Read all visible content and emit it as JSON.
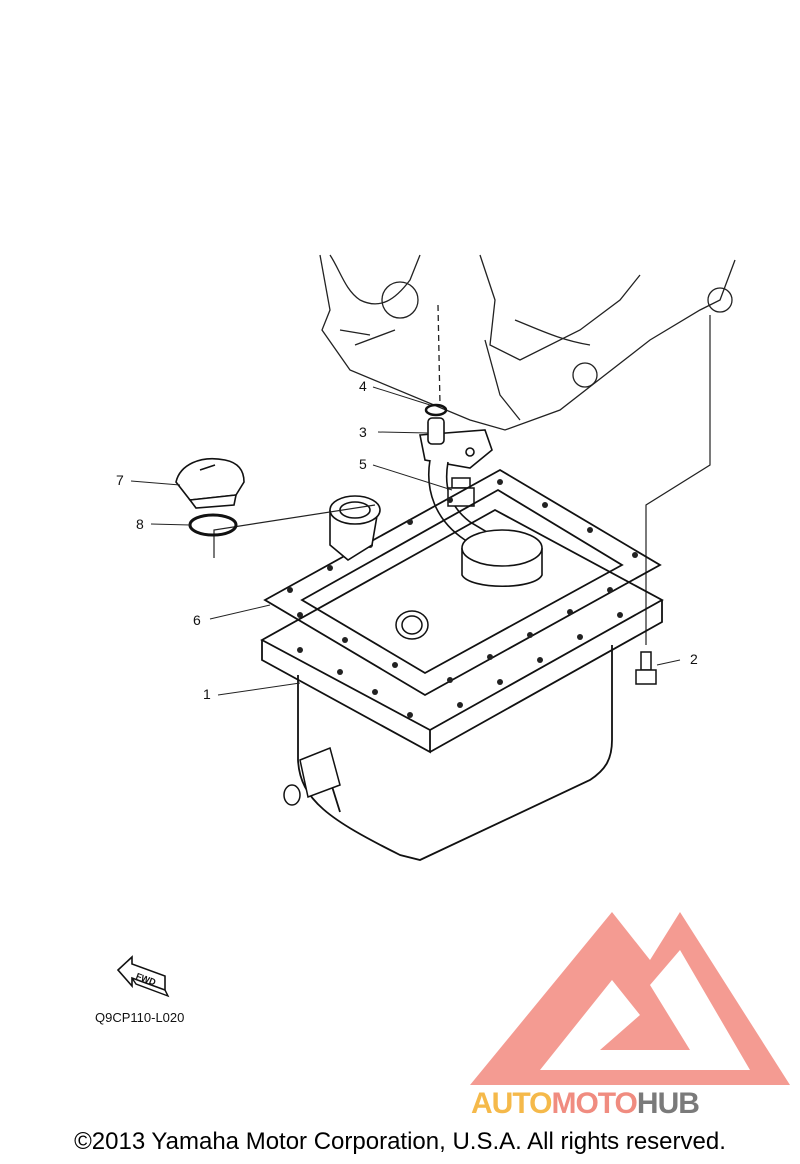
{
  "callouts": [
    "1",
    "2",
    "3",
    "4",
    "5",
    "6",
    "7",
    "8"
  ],
  "fwd_label": "FWD",
  "diagram_code": "Q9CP110-L020",
  "watermark": {
    "part1": "AUTO",
    "part2": "MOTO",
    "part3": "HUB",
    "colors": {
      "triangle": "#f07a6e",
      "auto": "#f5b94a",
      "moto": "#f08c80",
      "hub": "#7a7a7a"
    }
  },
  "copyright": "©2013 Yamaha Motor Corporation, U.S.A. All rights reserved."
}
